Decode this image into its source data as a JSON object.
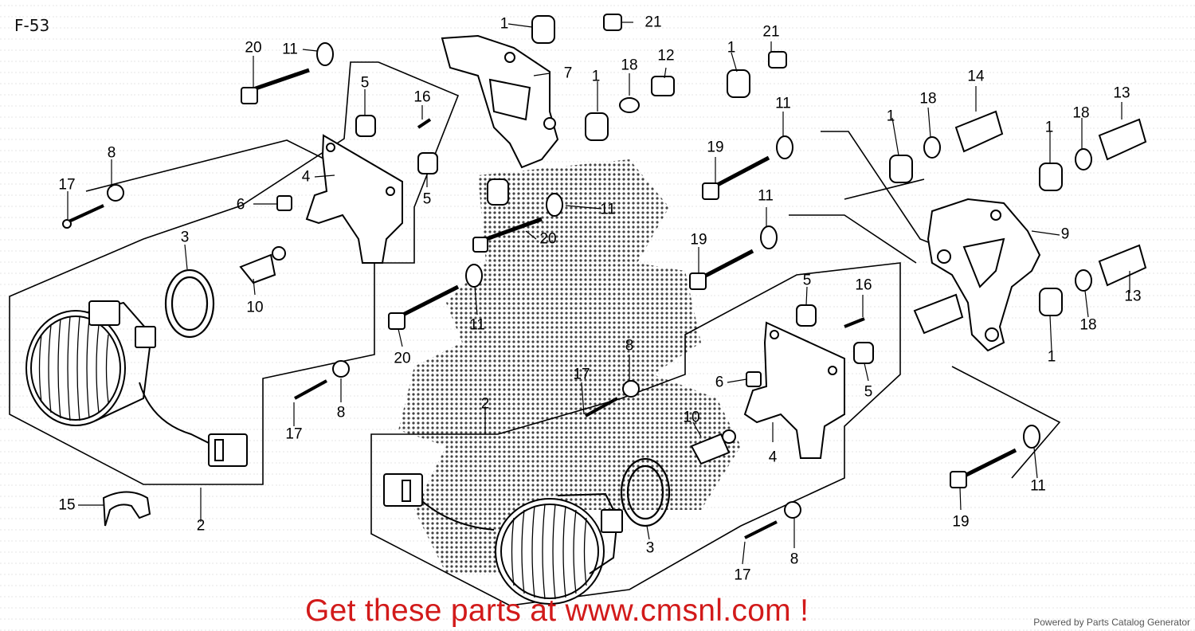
{
  "diagram": {
    "code": "F-53"
  },
  "callouts": {
    "n1": "1",
    "n2": "2",
    "n3": "3",
    "n4": "4",
    "n5": "5",
    "n6": "6",
    "n7": "7",
    "n8": "8",
    "n9": "9",
    "n10": "10",
    "n11": "11",
    "n12": "12",
    "n13": "13",
    "n14": "14",
    "n15": "15",
    "n16": "16",
    "n17": "17",
    "n18": "18",
    "n19": "19",
    "n20": "20",
    "n21": "21"
  },
  "footer": {
    "promo": "Get these parts at www.cmsnl.com !",
    "credit": "Powered by Parts Catalog Generator"
  },
  "icons": [
    "headlight-lens-icon",
    "headlight-bulb-icon",
    "mounting-bracket-icon",
    "rubber-grommet-icon",
    "bolt-icon",
    "wire-connector-icon"
  ]
}
